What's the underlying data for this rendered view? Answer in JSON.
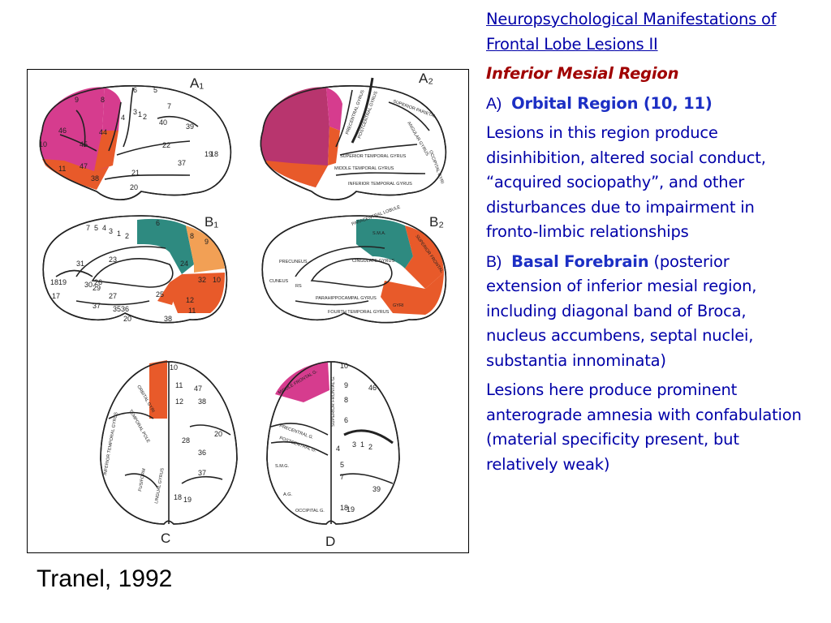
{
  "slide": {
    "title": "Neuropsychological Manifestations of Frontal Lobe Lesions II",
    "subtitle": "Inferior Mesial Region",
    "section_a": {
      "prefix": "A)",
      "heading": "Orbital Region (10, 11)",
      "body": "Lesions in this region produce disinhibition, altered social conduct, “acquired sociopathy”, and other disturbances due to impairment in fronto-limbic relationships"
    },
    "section_b": {
      "prefix": "B)",
      "heading": "Basal Forebrain",
      "body": "(posterior extension of inferior mesial region, including diagonal band of Broca, nucleus accumbens, septal nuclei, substantia innominata)"
    },
    "paragraph_final": "Lesions here produce prominent anterograde amnesia with confabulation (material specificity present, but relatively weak)",
    "citation": "Tranel, 1992"
  },
  "figure": {
    "panel_labels": {
      "a1": "A₁",
      "a2": "A₂",
      "b1": "B₁",
      "b2": "B₂",
      "c": "C",
      "d": "D"
    },
    "a1_areas": [
      "9",
      "8",
      "6",
      "4",
      "3",
      "1",
      "2",
      "5",
      "7",
      "46",
      "44",
      "10",
      "45",
      "47",
      "11",
      "40",
      "39",
      "22",
      "19",
      "18",
      "21",
      "37",
      "38",
      "20"
    ],
    "a2_labels": [
      "SUPERIOR PARIETAL",
      "SUPERIOR TEMPORAL GYRUS",
      "MIDDLE TEMPORAL GYRUS",
      "INFERIOR TEMPORAL GYRUS",
      "PRECENTRAL GYRUS",
      "POSTCENTRAL GYRUS",
      "ANGULAR GYRUS",
      "OCCIPITAL GYRI"
    ],
    "b1_areas": [
      "6",
      "8",
      "9",
      "24",
      "32",
      "10",
      "25",
      "12",
      "11",
      "23",
      "31",
      "30",
      "26",
      "29",
      "27",
      "18",
      "19",
      "17",
      "37",
      "35",
      "36",
      "38",
      "20",
      "7",
      "5",
      "4",
      "3",
      "1",
      "2"
    ],
    "b2_labels": [
      "PARACENTRAL LOBULE",
      "S.M.A.",
      "CINGULATE GYRUS",
      "SUPERIOR FRONTAL",
      "PRECUNEUS",
      "CUNEUS",
      "RS",
      "PARAHIPPOCAMPAL GYRUS",
      "FOURTH TEMPORAL GYRUS",
      "GYRI"
    ],
    "c_areas": [
      "10",
      "11",
      "12",
      "47",
      "38",
      "20",
      "28",
      "36",
      "37",
      "18",
      "19"
    ],
    "c_labels": [
      "ORBITAL GYRI",
      "TEMPORAL POLE",
      "INFERIOR TEMPORAL GYRUS",
      "FUSIFORM",
      "LINGUAL GYRUS"
    ],
    "d_areas": [
      "10",
      "9",
      "46",
      "8",
      "6",
      "4",
      "3",
      "1",
      "2",
      "5",
      "7",
      "39",
      "18",
      "19"
    ],
    "d_labels": [
      "SUPERIOR FRONTAL G.",
      "MIDDLE FRONTAL G.",
      "PRECENTRAL G.",
      "POSTCENTRAL G.",
      "S.M.G.",
      "A.G.",
      "OCCIPITAL G."
    ]
  },
  "colors": {
    "title_blue": "#0000a8",
    "heading_blue": "#1c2fc4",
    "subtitle_red": "#a00000",
    "pink": "#d63c8e",
    "orange": "#e85a2a",
    "teal": "#2e8a80",
    "peach": "#f2a055"
  }
}
